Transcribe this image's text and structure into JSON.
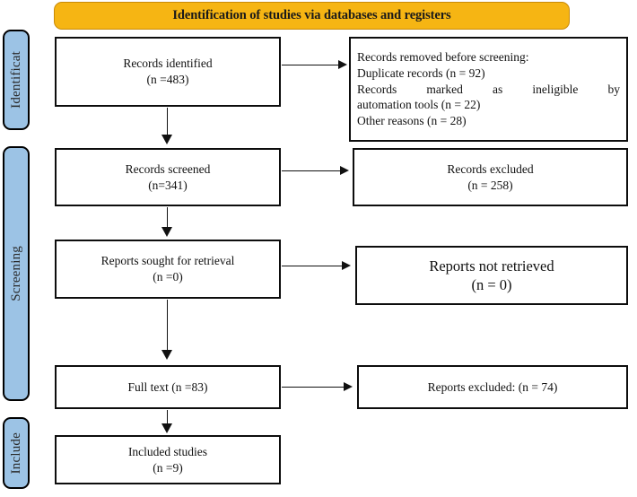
{
  "banner": {
    "title": "Identification of studies via databases and registers",
    "fill_color": "#F6B513",
    "border_color": "#C88A08"
  },
  "stages": [
    {
      "label": "Identificat",
      "fill_color": "#9CC3E5"
    },
    {
      "label": "Screening",
      "fill_color": "#9CC3E5"
    },
    {
      "label": "Include",
      "fill_color": "#9CC3E5"
    }
  ],
  "flow": {
    "identified": {
      "line1": "Records identified",
      "line2": "(n =483)"
    },
    "removed": {
      "line1": "Records removed before screening:",
      "line2": "Duplicate records (n = 92)",
      "line3": "Records marked as ineligible by",
      "line4": "automation tools (n = 22)",
      "line5": "Other reasons (n = 28)"
    },
    "screened": {
      "line1": "Records screened",
      "line2": "(n=341)"
    },
    "records_excluded": {
      "line1": "Records excluded",
      "line2": "(n = 258)"
    },
    "sought": {
      "line1": "Reports sought for retrieval",
      "line2": "(n =0)"
    },
    "not_retrieved": {
      "line1": "Reports not retrieved",
      "line2": "(n = 0)"
    },
    "full_text": {
      "line1": "Full text (n =83)"
    },
    "reports_excluded": {
      "line1": "Reports excluded: (n = 74)"
    },
    "included": {
      "line1": "Included studies",
      "line2": "(n =9)"
    }
  }
}
